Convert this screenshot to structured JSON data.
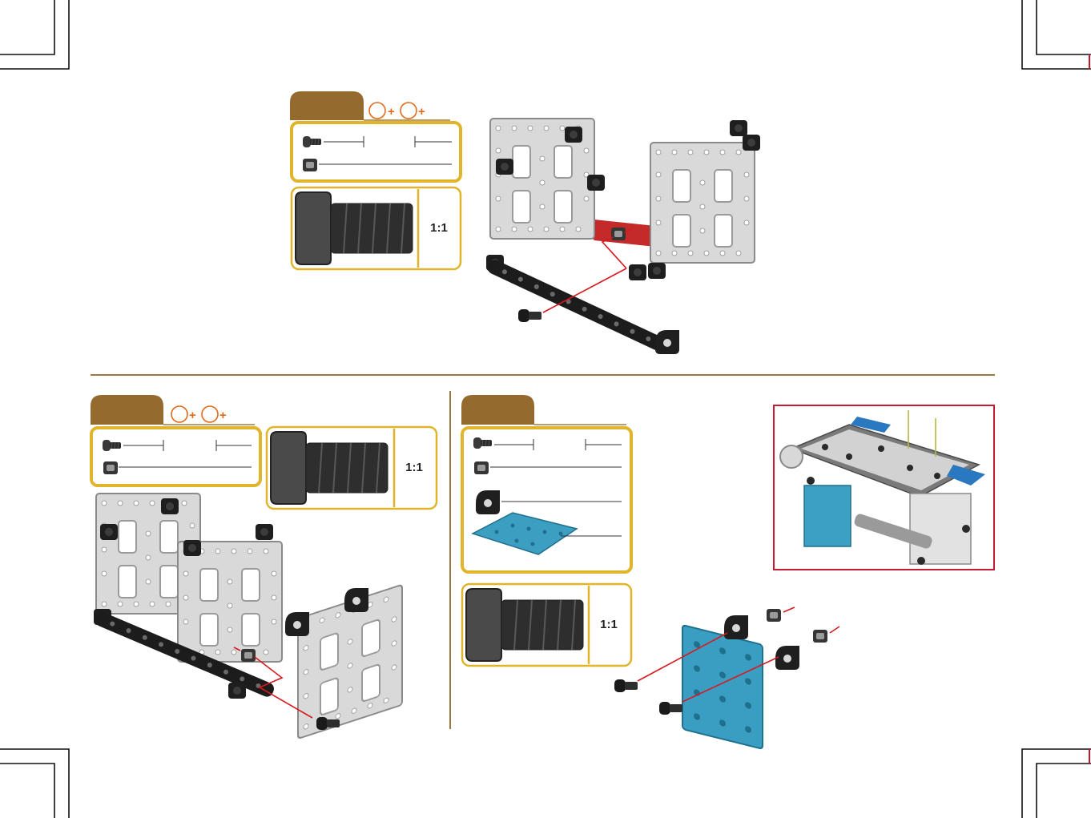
{
  "colors": {
    "tab": "#946a2f",
    "frame": "#e0b52c",
    "plus": "#e06a1a",
    "rule": "#a07c3a",
    "divider": "#9a7a40",
    "panel_border": "#c8192f",
    "motion_line": "#d7191f"
  },
  "icons": [
    "screw-icon",
    "square-nut-icon",
    "angle-bracket-icon",
    "blue-plate-icon"
  ],
  "steps": [
    {
      "scale_label": "1:1"
    },
    {
      "scale_label": "1:1"
    },
    {
      "scale_label": "1:1"
    }
  ]
}
